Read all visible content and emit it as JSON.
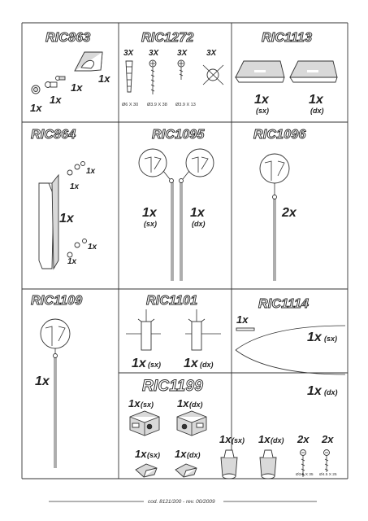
{
  "panels": {
    "ric863": {
      "code": "RIC863",
      "qty": [
        "1x",
        "1x",
        "1x",
        "1x"
      ]
    },
    "ric1272": {
      "code": "RIC1272",
      "counts": [
        "3X",
        "3X",
        "3X",
        "3X"
      ],
      "dims": [
        "Ø6 X 30",
        "Ø3.9 X 38",
        "Ø3.9 X 13"
      ]
    },
    "ric1113": {
      "code": "RIC1113",
      "qty_left": "1x",
      "side_left": "(sx)",
      "qty_right": "1x",
      "side_right": "(dx)"
    },
    "ric864": {
      "code": "RIC864",
      "qty_small": [
        "1x",
        "1x",
        "1x",
        "1x"
      ],
      "qty_main": "1x"
    },
    "ric1095": {
      "code": "RIC1095",
      "qty_left": "1x",
      "side_left": "(sx)",
      "qty_right": "1x",
      "side_right": "(dx)"
    },
    "ric1096": {
      "code": "RIC1096",
      "qty": "2x"
    },
    "ric1109": {
      "code": "RIC1109",
      "qty": "1x"
    },
    "ric1101": {
      "code": "RIC1101",
      "qty_left": "1x",
      "side_left": "(sx)",
      "qty_right": "1x",
      "side_right": "(dx)"
    },
    "ric1114": {
      "code": "RIC1114",
      "qty_rod": "1x",
      "qty_top": "1x",
      "side_top": "(sx)",
      "qty_bottom": "1x",
      "side_bottom": "(dx)"
    },
    "ric1199": {
      "code": "RIC1199",
      "top_left_qty": "1x",
      "top_left_side": "(sx)",
      "top_right_qty": "1x",
      "top_right_side": "(dx)",
      "bot_left_qty": "1x",
      "bot_left_side": "(sx)",
      "bot_right_qty": "1x",
      "bot_right_side": "(dx)",
      "cap_left_qty": "1x",
      "cap_left_side": "(sx)",
      "cap_right_qty": "1x",
      "cap_right_side": "(dx)",
      "screw_qty": [
        "2x",
        "2x"
      ],
      "screw_dims": [
        "Ø3.5 X 35",
        "Ø4.5 X 25"
      ]
    }
  },
  "footer": {
    "text": "cod. 8121/200 - rev. 00/2009"
  }
}
